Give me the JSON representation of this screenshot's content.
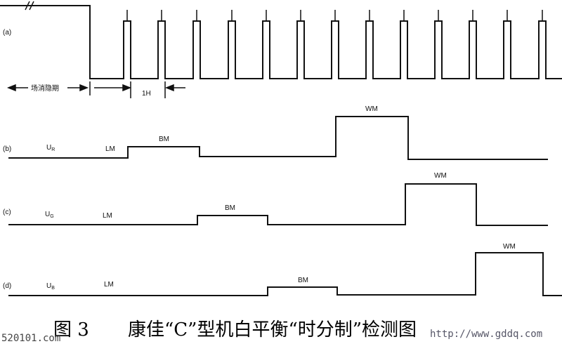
{
  "panels": {
    "a": {
      "label": "(a)",
      "interval_label": "1H",
      "period_label": "场消隐期"
    },
    "b": {
      "label": "(b)",
      "signal_label": "U",
      "signal_sub": "R",
      "levels": [
        "LM",
        "BM",
        "WM"
      ]
    },
    "c": {
      "label": "(c)",
      "signal_label": "U",
      "signal_sub": "G",
      "levels": [
        "LM",
        "BM",
        "WM"
      ]
    },
    "d": {
      "label": "(d)",
      "signal_label": "U",
      "signal_sub": "B",
      "levels": [
        "LM",
        "BM",
        "WM"
      ]
    }
  },
  "caption": {
    "figure": "图 3",
    "title": "康佳“C”型机白平衡“时分制”检测图"
  },
  "watermarks": {
    "left": "520101.com",
    "right": "http://www.gddq.com"
  },
  "colors": {
    "line": "#111111",
    "text": "#111111"
  }
}
